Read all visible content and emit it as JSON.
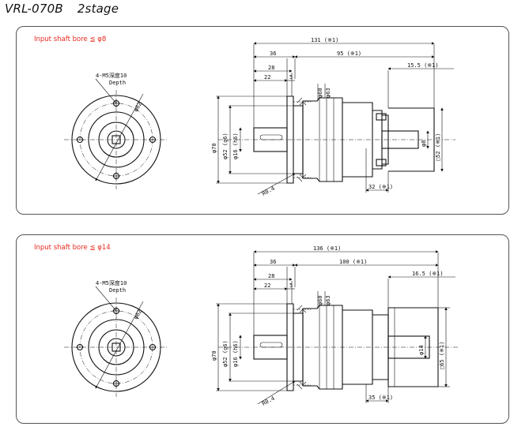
{
  "header": {
    "model": "VRL-070B",
    "stage": "2stage"
  },
  "panels": [
    {
      "bore_label": "Input shaft bore  ≦ φ8",
      "front_view": {
        "hole_note": "4-M5深度10",
        "depth_note": "Depth",
        "pcd": "φ62"
      },
      "dims": {
        "overall": "131 (※1)",
        "d36": "36",
        "d95": "95 (※1)",
        "d15": "15.5 (※1)",
        "d28": "28",
        "d22": "22",
        "d5": "5",
        "d32": "32 (※1)",
        "phi70": "φ70",
        "phi52": "φ52 (g6)",
        "phi16": "φ16 (h6)",
        "phi60": "φ60",
        "phi63": "φ63",
        "phi8": "φ8",
        "box52": "□52 (※1)",
        "r04": "R0.4"
      }
    },
    {
      "bore_label": "Input shaft bore  ≦ φ14",
      "front_view": {
        "hole_note": "4-M5深度10",
        "depth_note": "Depth",
        "pcd": "φ62"
      },
      "dims": {
        "overall": "136 (※1)",
        "d36": "36",
        "d100": "100 (※1)",
        "d16": "16.5 (※1)",
        "d28": "28",
        "d22": "22",
        "d5": "5",
        "d35": "35 (※1)",
        "phi70": "φ70",
        "phi52": "φ52 (g6)",
        "phi16": "φ16 (h6)",
        "phi60": "φ60",
        "phi63": "φ63",
        "phi14": "φ14",
        "box65": "□65 (※1)",
        "r04": "R0.4"
      }
    }
  ]
}
